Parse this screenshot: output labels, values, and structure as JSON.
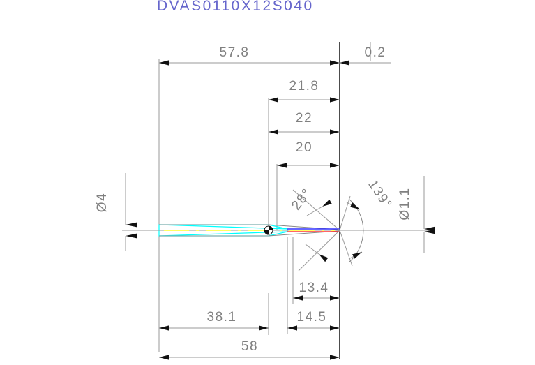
{
  "drawing": {
    "title": "DVAS0110X12S040",
    "title_color": "#6666cc",
    "dim_text_color": "#808080",
    "background": "#ffffff",
    "line_color": "#808080",
    "part_outline_color": "#00ffff",
    "centerline_color": "#ffff00",
    "needle_top_color": "#3333ff",
    "needle_bottom_color": "#ff3333",
    "reference_line_color": "#202020"
  },
  "dimensions": {
    "top": [
      {
        "name": "overall-body-length",
        "value": "57.8"
      },
      {
        "name": "tip-offset",
        "value": "0.2"
      }
    ],
    "upper_stack": [
      {
        "name": "dim-21-8",
        "value": "21.8"
      },
      {
        "name": "dim-22",
        "value": "22"
      },
      {
        "name": "dim-20",
        "value": "20"
      }
    ],
    "left_diameter": {
      "name": "shaft-diameter",
      "value": "Ø4"
    },
    "right_diameter": {
      "name": "tip-diameter",
      "value": "Ø1.1"
    },
    "angles": [
      {
        "name": "taper-angle",
        "value": "28°"
      },
      {
        "name": "point-angle",
        "value": "139°"
      }
    ],
    "lower_stack": [
      {
        "name": "dim-13-4",
        "value": "13.4"
      },
      {
        "name": "dim-14-5",
        "value": "14.5"
      }
    ],
    "bottom": [
      {
        "name": "dim-38-1",
        "value": "38.1"
      },
      {
        "name": "dim-58",
        "value": "58"
      }
    ]
  }
}
